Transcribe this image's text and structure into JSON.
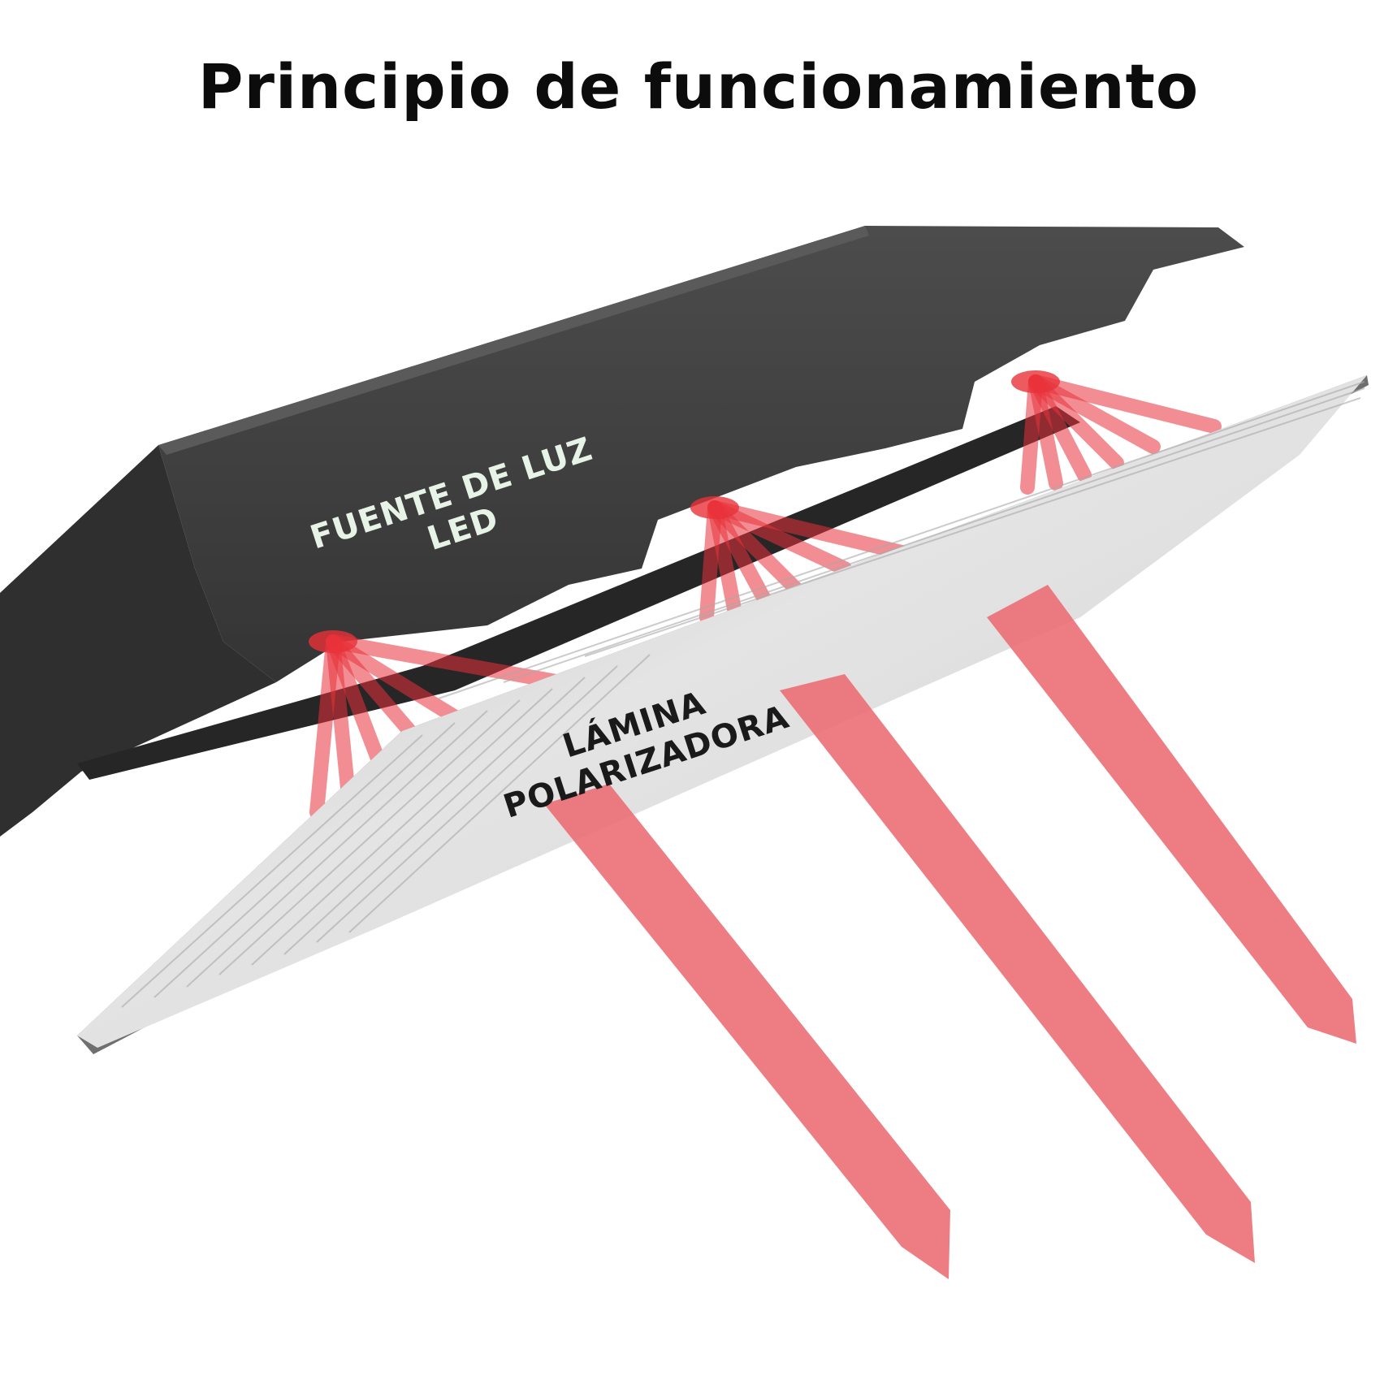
{
  "title": "Principio de funcionamiento",
  "labels": {
    "light_source_line1": "FUENTE DE LUZ",
    "light_source_line2": "LED",
    "sheet_line1": "LÁMINA",
    "sheet_line2": "POLARIZADORA"
  },
  "colors": {
    "housing": "#3c3c3c",
    "housing_top": "#4a4a4a",
    "sheet": "#cfcfcf",
    "ray": "#e8323a",
    "beam": "#ec6e75",
    "led_label": "#e6f3e6",
    "sheet_label": "#1a1a1a"
  }
}
